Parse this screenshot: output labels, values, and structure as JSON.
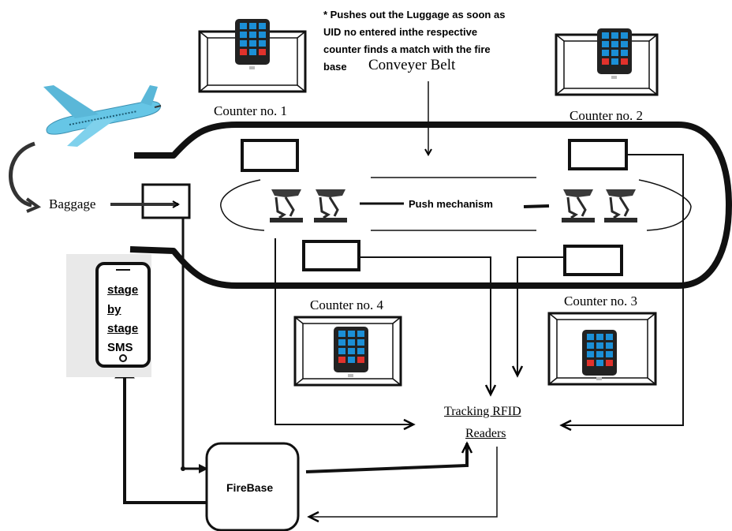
{
  "note": {
    "lines": [
      "* Pushes out the Luggage as soon as",
      "UID no entered inthe respective",
      "counter finds a match with the fire",
      "base"
    ]
  },
  "labels": {
    "conveyor_belt": "Conveyer Belt",
    "counter_1": "Counter no. 1",
    "counter_2": "Counter no. 2",
    "counter_3": "Counter no. 3",
    "counter_4": "Counter no. 4",
    "baggage": "Baggage",
    "push_mechanism": "Push mechanism",
    "tracking_line1": "Tracking RFID",
    "tracking_line2": "Readers",
    "firebase": "FireBase"
  },
  "phone": {
    "lines": [
      "stage",
      "by",
      "stage",
      "SMS"
    ]
  },
  "colors": {
    "keypad_key": "#1b8fd6",
    "keypad_red_key": "#e0322c",
    "airplane_body": "#66c6e6"
  }
}
